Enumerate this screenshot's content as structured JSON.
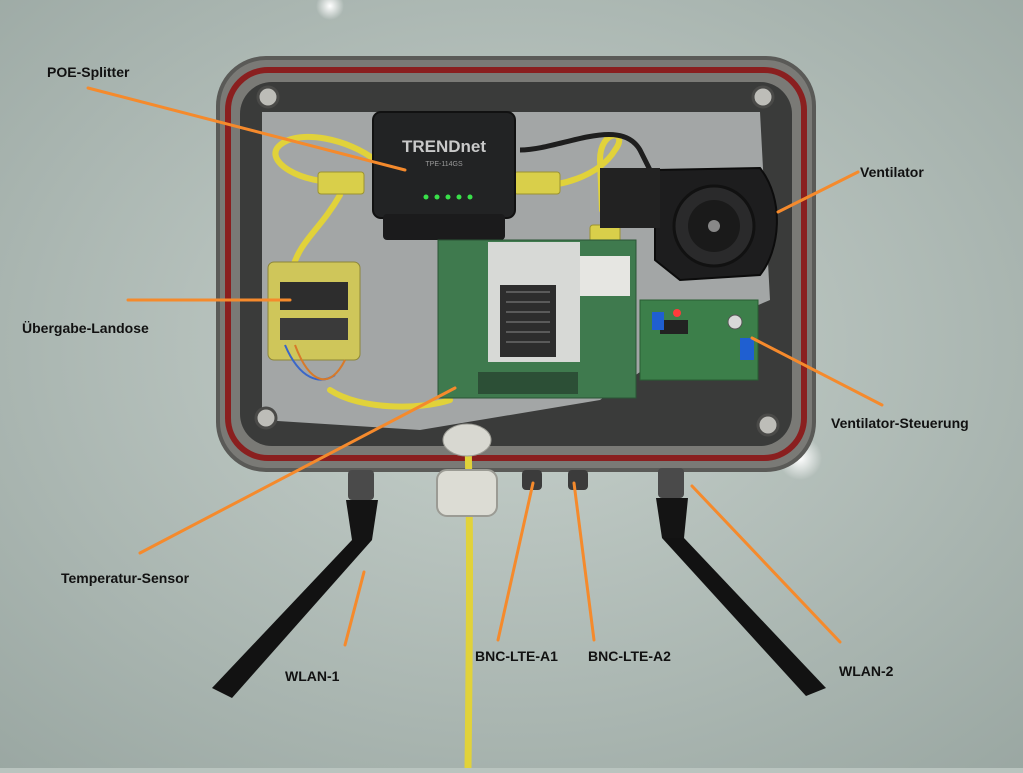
{
  "labels": {
    "poe_splitter": "POE-Splitter",
    "ventilator": "Ventilator",
    "uebergabe_landose": "Übergabe-Landose",
    "ventilator_steuerung": "Ventilator-Steuerung",
    "temperatur_sensor": "Temperatur-Sensor",
    "wlan_1": "WLAN-1",
    "bnc_lte_a1": "BNC-LTE-A1",
    "bnc_lte_a2": "BNC-LTE-A2",
    "wlan_2": "WLAN-2"
  },
  "device": {
    "brand": "TRENDnet",
    "model": "TPE-114GS"
  },
  "colors": {
    "callout": "#f58a2c",
    "background": "#b9c4bf",
    "enclosure": "#6f6f6c",
    "seal": "#8a1f1f",
    "cable_yellow": "#e1d23a",
    "pcb_green": "#3f7a4e"
  }
}
